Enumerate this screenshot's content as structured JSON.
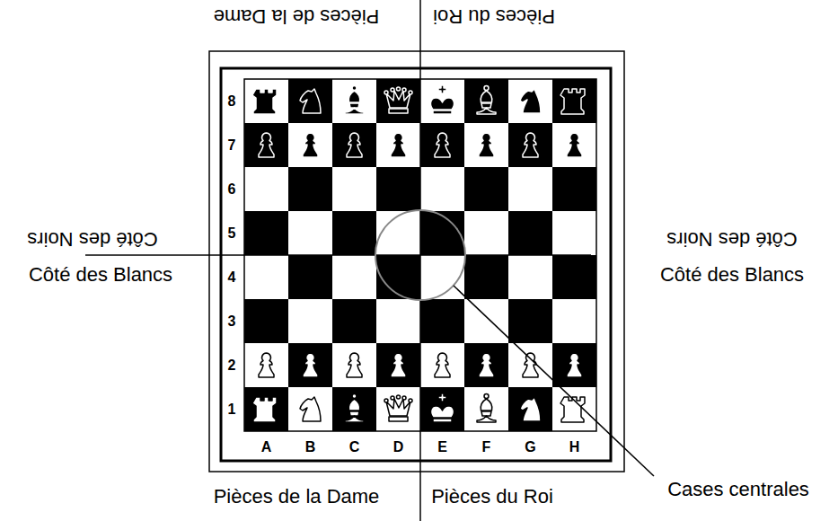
{
  "diagram": {
    "labels": [
      "Pièces de la Dame",
      "Pièces du Roi",
      "Côté des Noirs",
      "Côté des Noirs",
      "Côté des Blancs",
      "Côté des Blancs",
      "8",
      "7",
      "6",
      "5",
      "4",
      "3",
      "2",
      "1",
      "A",
      "B",
      "C",
      "D",
      "E",
      "F",
      "G",
      "H",
      "Pièces de la Dame",
      "Pièces du Roi",
      "Cases centrales"
    ]
  }
}
